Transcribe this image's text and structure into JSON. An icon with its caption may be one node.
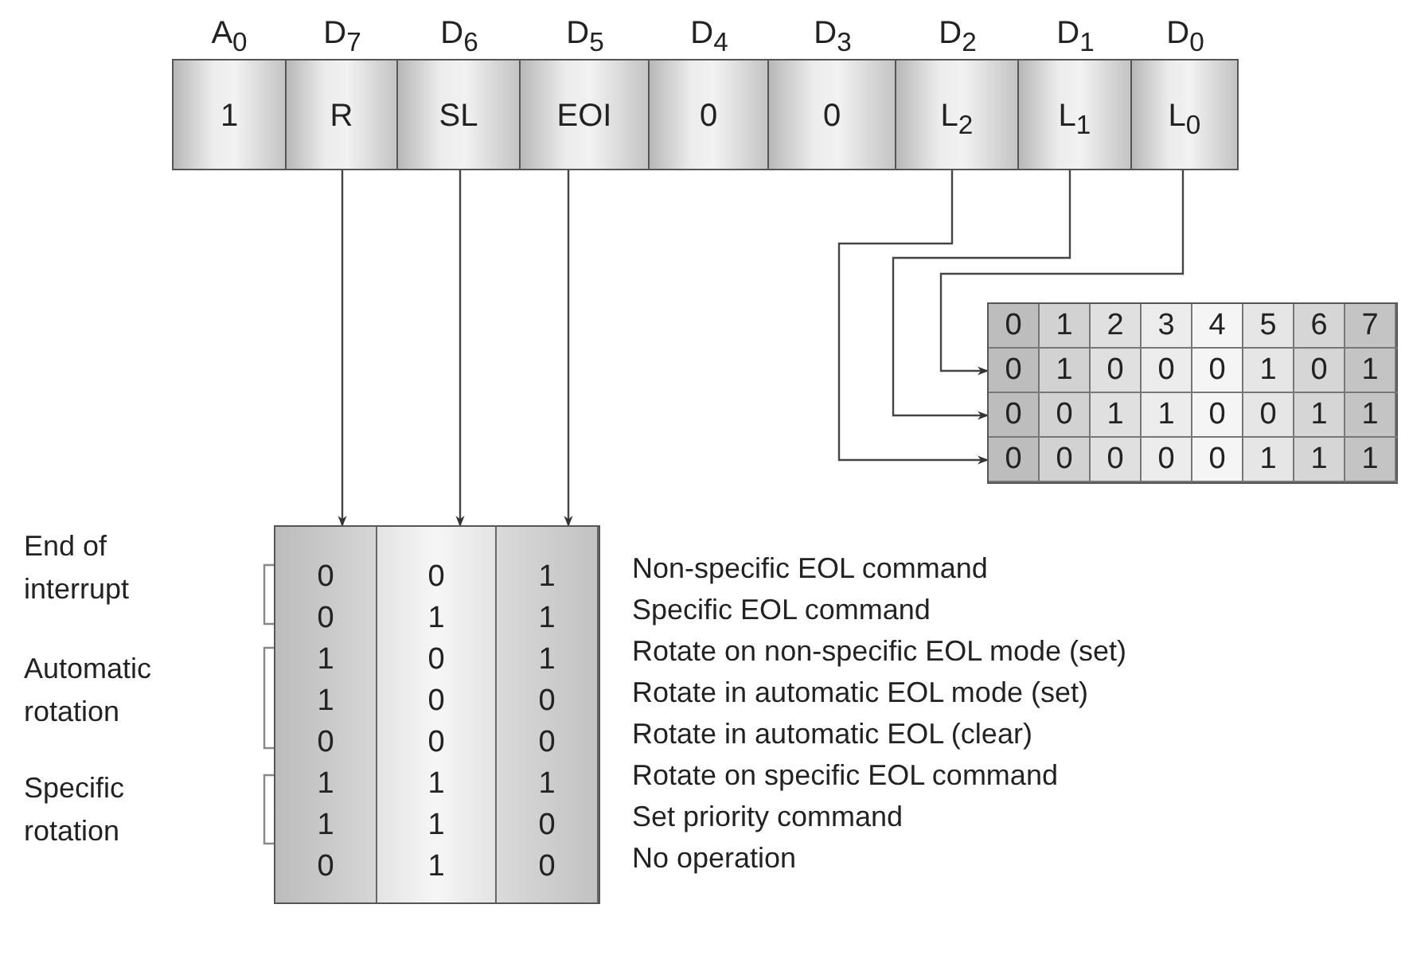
{
  "diagram": {
    "nodes": [
      {
        "text": [
          "A$_{0}$",
          "1"
        ]
      },
      {
        "text": [
          "D$_{7}$",
          "R"
        ]
      },
      {
        "text": [
          "D$_{6}$",
          "SL"
        ]
      },
      {
        "text": [
          "D$_{5}$",
          "EOI"
        ]
      },
      {
        "text": [
          "D$_{4}$",
          "0"
        ]
      },
      {
        "text": [
          "D$_{3}$",
          "0"
        ]
      },
      {
        "text": [
          "D$_{2}$",
          "L$_{2}$"
        ]
      },
      {
        "text": [
          "D$_{1}$",
          "L$_{1}$"
        ]
      },
      {
        "text": [
          "D$_{0}$",
          "L$_{0}$"
        ]
      },
      {
        "text": [],
        "shape": "box"
      },
      {
        "text": [
          "0",
          "1",
          "2",
          "3",
          "4",
          "5",
          "6",
          "7"
        ],
        "in": 9
      },
      {
        "text": [
          "0",
          "1",
          "0",
          "0",
          "0",
          "1",
          "0",
          "1"
        ],
        "in": 9
      },
      {
        "text": [
          "0",
          "0",
          "1",
          "1",
          "0",
          "0",
          "1",
          "1"
        ],
        "in": 9
      },
      {
        "text": [
          "0",
          "0",
          "0",
          "0",
          "0",
          "1",
          "1",
          "1"
        ],
        "in": 9
      },
      {
        "text": [],
        "shape": "box"
      },
      {
        "text": [
          "0",
          "0",
          "1",
          "1",
          "0",
          "1",
          "1",
          "0"
        ],
        "in": 14
      },
      {
        "text": [
          "0",
          "1",
          "0",
          "0",
          "0",
          "1",
          "1",
          "1"
        ],
        "in": 14
      },
      {
        "text": [
          "1",
          "1",
          "1",
          "0",
          "0",
          "1",
          "0",
          "0"
        ],
        "in": 14
      }
    ],
    "edges": [
      {
        "from": 1,
        "to": 15,
        "arrow": "to"
      },
      {
        "from": 2,
        "to": 16,
        "arrow": "to"
      },
      {
        "from": 3,
        "to": 17,
        "arrow": "to"
      },
      {
        "from": 6,
        "to": 13,
        "arrow": "to"
      },
      {
        "from": 7,
        "to": 12,
        "arrow": "to"
      },
      {
        "from": 8,
        "to": 11,
        "arrow": "to"
      }
    ],
    "labels": [
      "End of interrupt",
      "Non-specific EOL command",
      "Specific EOL command",
      "Automatic rotation",
      "Rotate on non-specific EOL mode (set)",
      "Rotate in automatic EOL mode (set)",
      "Specific rotation",
      "Rotate in automatic EOL (clear)",
      "Rotate on specific EOL command",
      "Set priority command",
      "No operation"
    ]
  }
}
